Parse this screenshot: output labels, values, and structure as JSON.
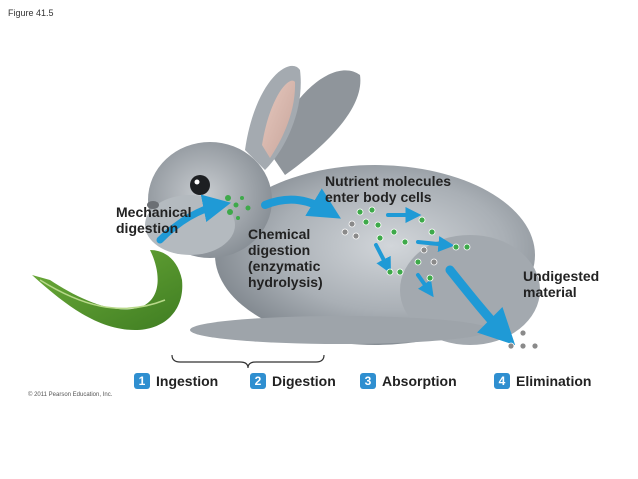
{
  "figure_label": "Figure 41.5",
  "labels": {
    "mechanical": "Mechanical\ndigestion",
    "chemical": "Chemical\ndigestion\n(enzymatic\nhydrolysis)",
    "nutrient": "Nutrient molecules\nenter body cells",
    "undigested": "Undigested\nmaterial"
  },
  "steps": [
    {
      "num": "1",
      "label": "Ingestion"
    },
    {
      "num": "2",
      "label": "Digestion"
    },
    {
      "num": "3",
      "label": "Absorption"
    },
    {
      "num": "4",
      "label": "Elimination"
    }
  ],
  "copyright": "© 2011 Pearson Education, Inc.",
  "colors": {
    "arrow": "#1f9ad6",
    "nutrient": "#3ea94a",
    "waste": "#8a8a8a",
    "step_badge": "#2f8fd0"
  }
}
